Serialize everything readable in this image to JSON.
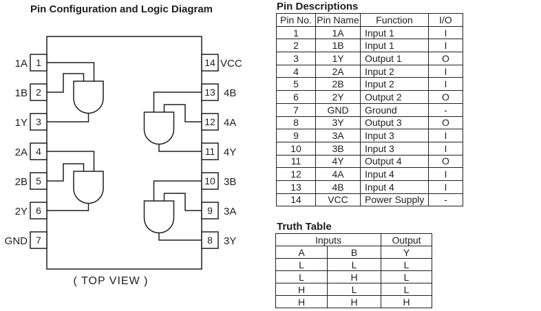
{
  "diagram": {
    "title": "Pin Configuration and Logic Diagram",
    "caption": "( TOP VIEW )",
    "left_pins": [
      {
        "num": "1",
        "label": "1A"
      },
      {
        "num": "2",
        "label": "1B"
      },
      {
        "num": "3",
        "label": "1Y"
      },
      {
        "num": "4",
        "label": "2A"
      },
      {
        "num": "5",
        "label": "2B"
      },
      {
        "num": "6",
        "label": "2Y"
      },
      {
        "num": "7",
        "label": "GND"
      }
    ],
    "right_pins": [
      {
        "num": "14",
        "label": "VCC"
      },
      {
        "num": "13",
        "label": "4B"
      },
      {
        "num": "12",
        "label": "4A"
      },
      {
        "num": "11",
        "label": "4Y"
      },
      {
        "num": "10",
        "label": "3B"
      },
      {
        "num": "9",
        "label": "3A"
      },
      {
        "num": "8",
        "label": "3Y"
      }
    ],
    "gates": [
      "and-gate-1",
      "and-gate-2",
      "and-gate-3",
      "and-gate-4"
    ]
  },
  "pin_descriptions": {
    "title": "Pin Descriptions",
    "headers": [
      "Pin No.",
      "Pin Name",
      "Function",
      "I/O"
    ],
    "rows": [
      [
        "1",
        "1A",
        "Input 1",
        "I"
      ],
      [
        "2",
        "1B",
        "Input 1",
        "I"
      ],
      [
        "3",
        "1Y",
        "Output 1",
        "O"
      ],
      [
        "4",
        "2A",
        "Input 2",
        "I"
      ],
      [
        "5",
        "2B",
        "Input 2",
        "I"
      ],
      [
        "6",
        "2Y",
        "Output 2",
        "O"
      ],
      [
        "7",
        "GND",
        "Ground",
        "-"
      ],
      [
        "8",
        "3Y",
        "Output 3",
        "O"
      ],
      [
        "9",
        "3A",
        "Input 3",
        "I"
      ],
      [
        "10",
        "3B",
        "Input 3",
        "I"
      ],
      [
        "11",
        "4Y",
        "Output 4",
        "O"
      ],
      [
        "12",
        "4A",
        "Input 4",
        "I"
      ],
      [
        "13",
        "4B",
        "Input 4",
        "I"
      ],
      [
        "14",
        "VCC",
        "Power Supply",
        "-"
      ]
    ]
  },
  "truth_table": {
    "title": "Truth Table",
    "group_headers": [
      "Inputs",
      "Output"
    ],
    "column_headers": [
      "A",
      "B",
      "Y"
    ],
    "rows": [
      [
        "L",
        "L",
        "L"
      ],
      [
        "L",
        "H",
        "L"
      ],
      [
        "H",
        "L",
        "L"
      ],
      [
        "H",
        "H",
        "H"
      ]
    ]
  },
  "colors": {
    "ink": "#1d1d1d",
    "background": "#ffffff"
  }
}
